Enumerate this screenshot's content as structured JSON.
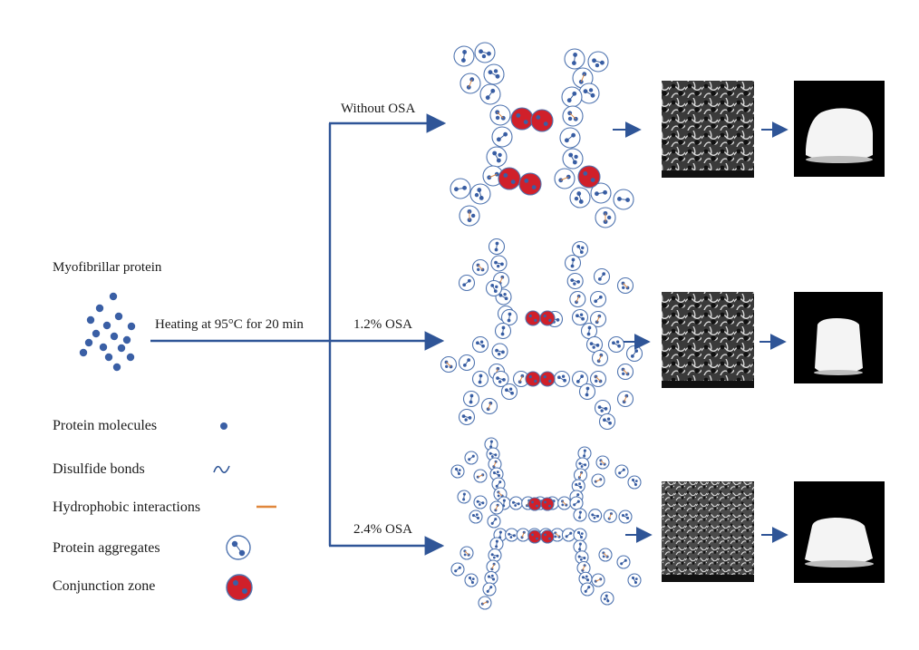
{
  "source": {
    "title": "Myofibrillar protein",
    "process_label": "Heating at 95°C for 20 min"
  },
  "branches": [
    {
      "label": "Without OSA"
    },
    {
      "label": "1.2% OSA"
    },
    {
      "label": "2.4% OSA"
    }
  ],
  "legend": [
    {
      "label": "Protein molecules",
      "icon": "protein-molecule-icon"
    },
    {
      "label": "Disulfide bonds",
      "icon": "disulfide-bond-icon"
    },
    {
      "label": "Hydrophobic interactions",
      "icon": "hydrophobic-interaction-icon"
    },
    {
      "label": "Protein aggregates",
      "icon": "protein-aggregate-icon"
    },
    {
      "label": "Conjunction zone",
      "icon": "conjunction-zone-icon"
    }
  ],
  "colors": {
    "line": "#2f5597",
    "dot": "#3a5fa5",
    "aggregate_stroke": "#4f74b0",
    "hydrophobic": "#e0873c",
    "conjunction": "#d0202a",
    "photo_bg": "#000000",
    "gel": "#f5f5f5"
  }
}
